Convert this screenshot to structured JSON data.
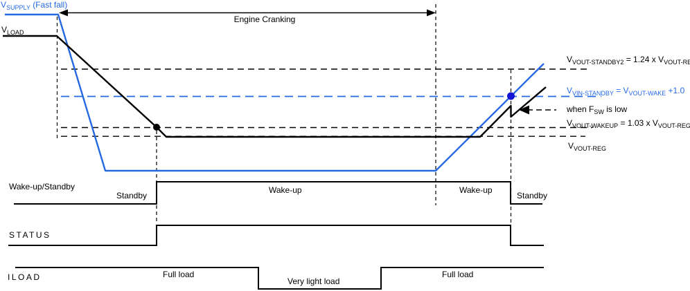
{
  "colors": {
    "blue": "#2569e0",
    "blue_dot": "#1414d6",
    "line": "#000000"
  },
  "header": {
    "v_supply": [
      {
        "t": "V"
      },
      {
        "t": "SUPPLY",
        "sub": true
      },
      {
        "t": " (Fast fall)"
      }
    ],
    "v_load": [
      {
        "t": "V"
      },
      {
        "t": "LOAD",
        "sub": true
      }
    ],
    "engine_cranking": "Engine Cranking"
  },
  "threshold_labels": {
    "vout_standby2": [
      {
        "t": "V"
      },
      {
        "t": "VOUT-STANDBY2",
        "sub": true
      },
      {
        "t": " = 1.24 x V"
      },
      {
        "t": "VOUT-REG",
        "sub": true
      }
    ],
    "vin_standby": [
      {
        "t": "V"
      },
      {
        "t": "VIN-STANDBY",
        "sub": true
      },
      {
        "t": " = V"
      },
      {
        "t": "VOUT-WAKE",
        "sub": true
      },
      {
        "t": " +1.0"
      }
    ],
    "when_fsw": [
      {
        "t": "when F"
      },
      {
        "t": "SW",
        "sub": true
      },
      {
        "t": " is low"
      }
    ],
    "vout_wakeup": [
      {
        "t": "V"
      },
      {
        "t": "VOUT-WAKEUP",
        "sub": true
      },
      {
        "t": " = 1.03 x V"
      },
      {
        "t": "VOUT-REG",
        "sub": true
      }
    ],
    "vout_reg": [
      {
        "t": "V"
      },
      {
        "t": "VOUT-REG",
        "sub": true
      }
    ]
  },
  "signals": {
    "wakeup_standby": {
      "label": "Wake-up/Standby",
      "phases": [
        "Standby",
        "Wake-up",
        "Wake-up",
        "Standby"
      ]
    },
    "status": {
      "label": "STATUS"
    },
    "iload": {
      "label": "ILOAD",
      "phases": [
        "Full load",
        "Very light load",
        "Full load"
      ]
    }
  }
}
